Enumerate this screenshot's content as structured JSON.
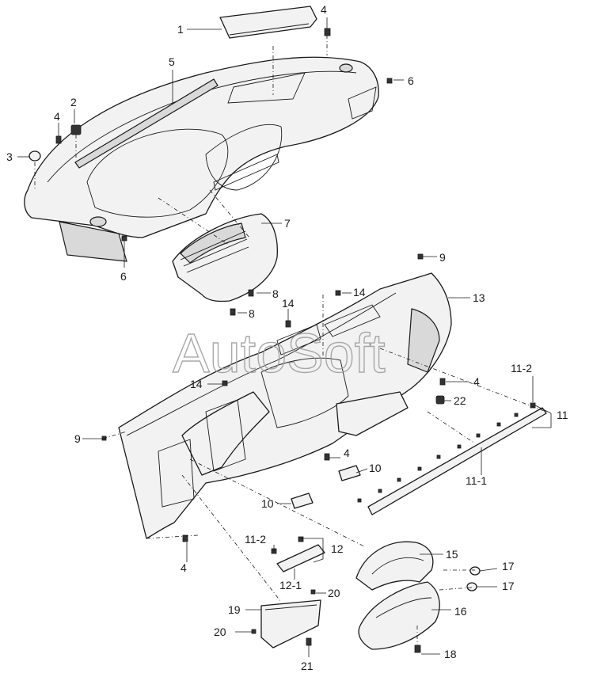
{
  "watermark": "AutoSoft",
  "callouts": [
    "1",
    "2",
    "3",
    "4",
    "5",
    "6",
    "7",
    "8",
    "9",
    "10",
    "11",
    "11-1",
    "11-2",
    "12",
    "12-1",
    "13",
    "14",
    "15",
    "16",
    "17",
    "18",
    "19",
    "20",
    "21",
    "22"
  ]
}
